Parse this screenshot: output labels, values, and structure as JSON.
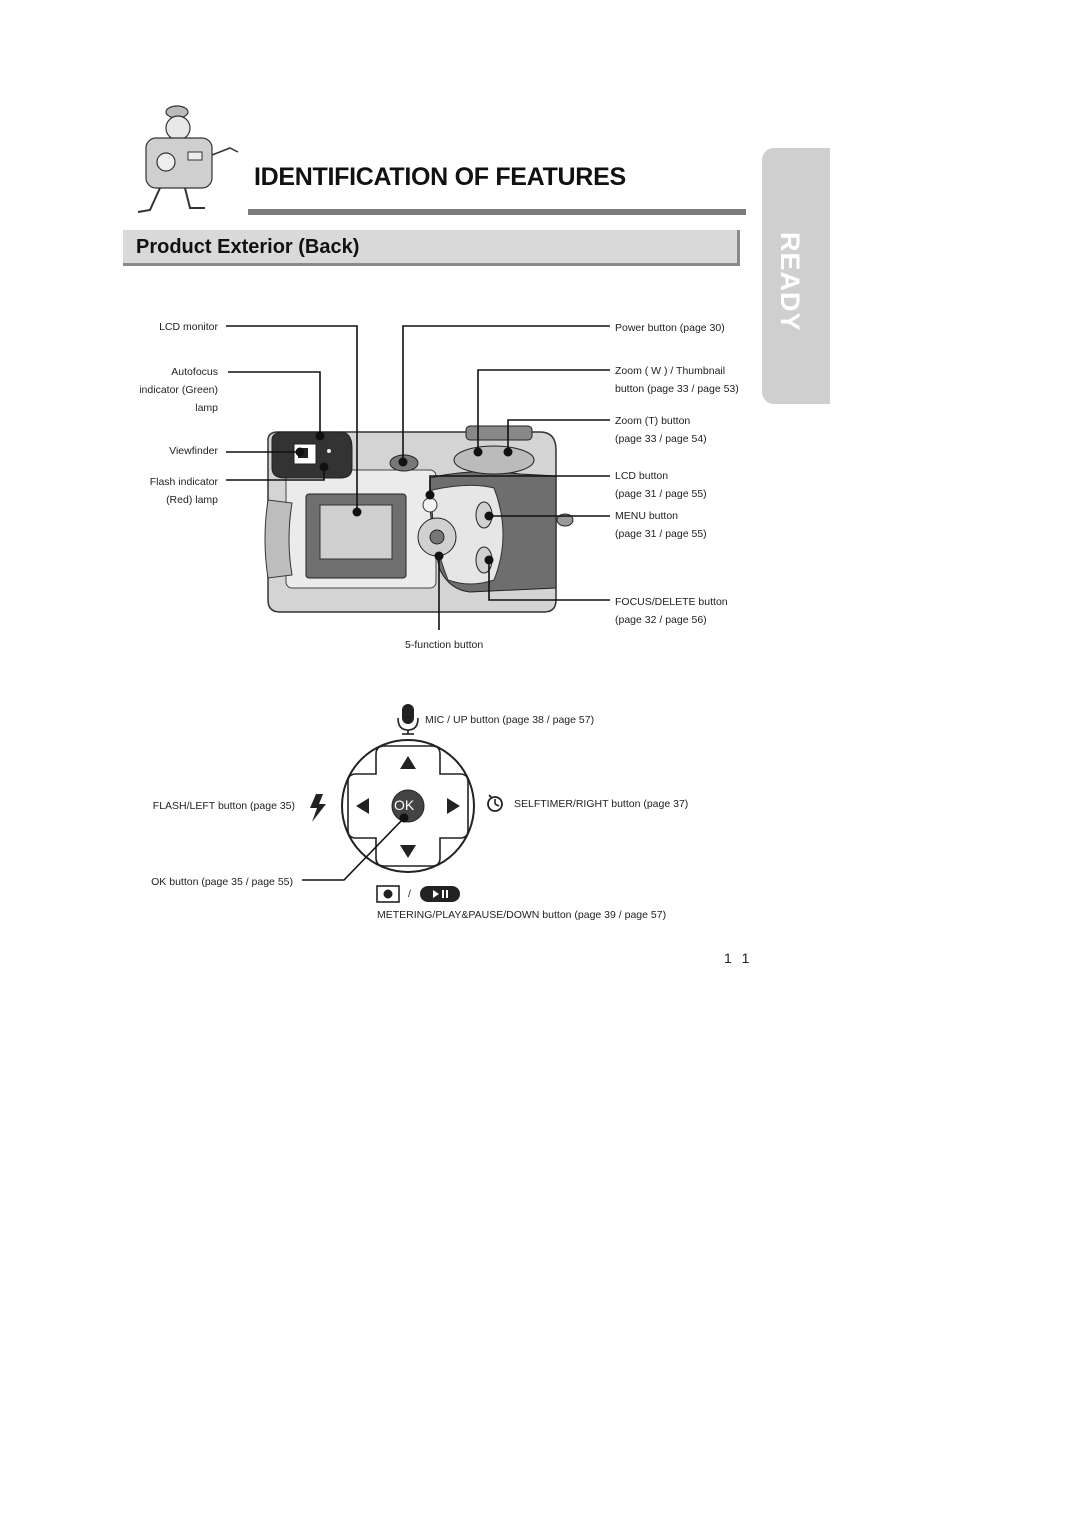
{
  "header": {
    "title": "IDENTIFICATION OF FEATURES",
    "section": "Product Exterior (Back)",
    "side_tab": "READY"
  },
  "callouts_top": {
    "lcd_monitor": "LCD monitor",
    "autofocus": [
      "Autofocus",
      "indicator (Green)",
      "lamp"
    ],
    "viewfinder": "Viewfinder",
    "flash_indicator": [
      "Flash indicator",
      "(Red) lamp"
    ],
    "power_button": "Power button (page 30)",
    "zoom_w": [
      "Zoom ( W ) / Thumbnail",
      "button (page 33 / page 53)"
    ],
    "zoom_t": [
      "Zoom (T) button",
      "(page 33 / page 54)"
    ],
    "lcd_button": [
      "LCD button",
      "(page 31 / page 55)"
    ],
    "menu_button": [
      "MENU button",
      "(page 31 / page 55)"
    ],
    "focus_delete": [
      "FOCUS/DELETE button",
      "(page 32 / page 56)"
    ],
    "five_function": "5-function button"
  },
  "callouts_bottom": {
    "mic_up": "MIC / UP button (page 38 / page 57)",
    "flash_left": "FLASH/LEFT button (page 35)",
    "selftimer_right": "SELFTIMER/RIGHT button (page 37)",
    "ok_button": "OK button (page 35 / page 55)",
    "ok_label": "OK",
    "separator": "/",
    "metering": "METERING/PLAY&PAUSE/DOWN button (page 39 / page 57)"
  },
  "page_number": "1 1",
  "colors": {
    "rule": "#7c7c7c",
    "section_bg": "#d9d9d9",
    "side_tab": "#cfcfcf",
    "camera_body": "#d4d4d4",
    "camera_dark": "#6e6e6e"
  }
}
